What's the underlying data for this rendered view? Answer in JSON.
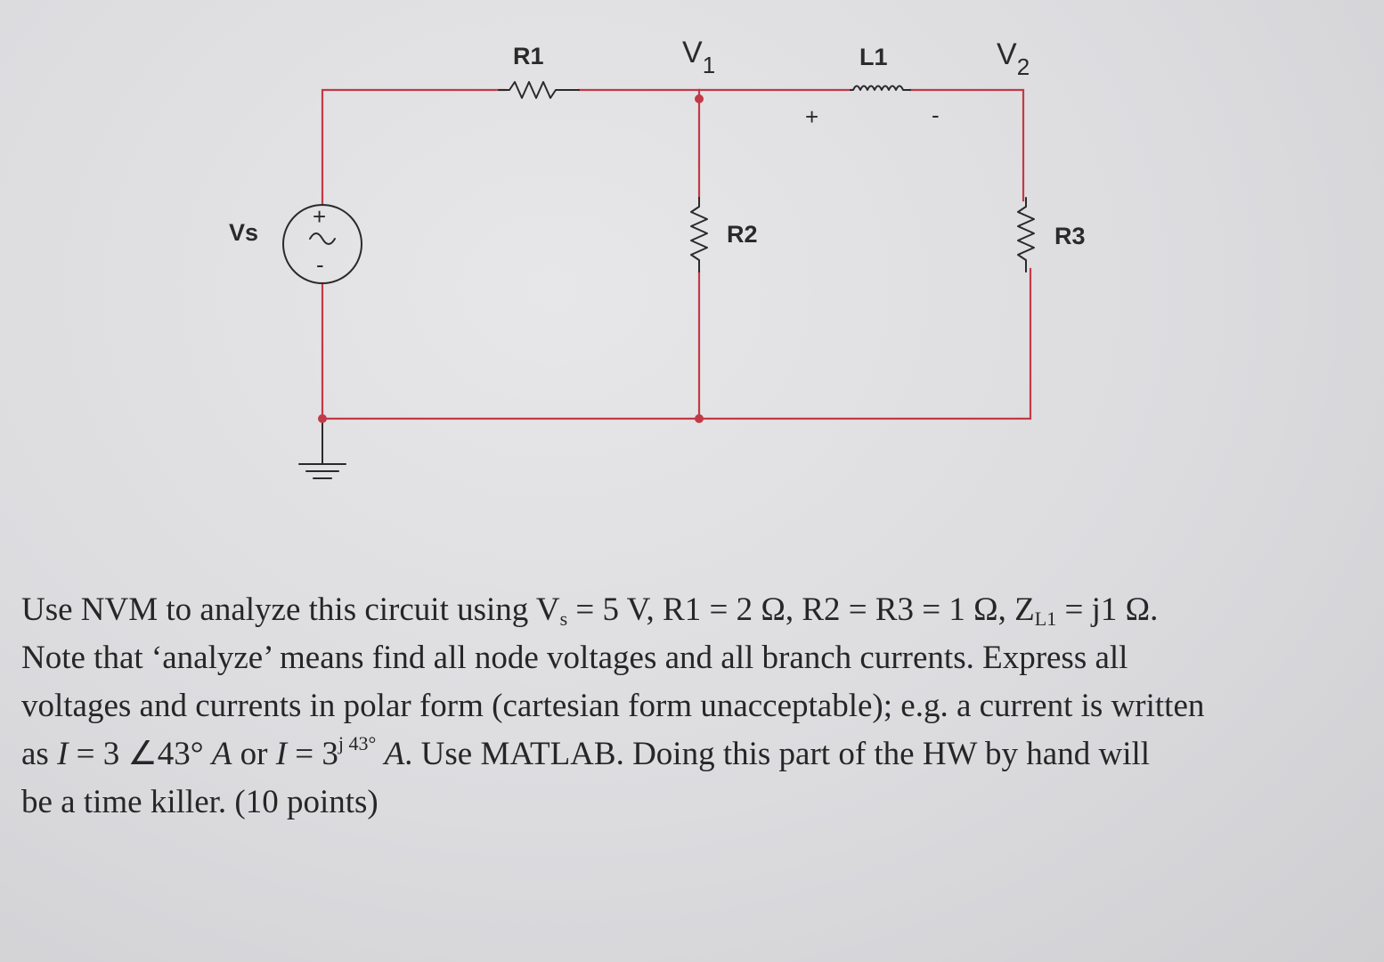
{
  "schematic": {
    "labels": {
      "r1": "R1",
      "r2": "R2",
      "r3": "R3",
      "l1": "L1",
      "vs": "Vs",
      "v1_main": "V",
      "v1_sub": "1",
      "v2_main": "V",
      "v2_sub": "2",
      "l1_plus": "+",
      "l1_minus": "-",
      "src_plus": "+",
      "src_minus": "-"
    },
    "colors": {
      "wire": "#c23a46",
      "component": "#2a2a2a"
    }
  },
  "problem": {
    "l1_a": "Use NVM to analyze this circuit using V",
    "l1_vs_sub": "s",
    "l1_b": " = 5 V, R1 = 2 Ω, R2 = R3 = 1 Ω, Z",
    "l1_zl_sub": "L1",
    "l1_c": " = j1 Ω.",
    "l2": "Note that ‘analyze’ means find all node voltages and all branch currents. Express all",
    "l3": "voltages and currents in polar form (cartesian form unacceptable); e.g. a current is written",
    "l4_a": "as ",
    "l4_i1": "I",
    "l4_b": " = 3 ∠43° ",
    "l4_a_unit1": "A",
    "l4_c": " or ",
    "l4_i2": "I",
    "l4_d": " =  3",
    "l4_exp": "j 43°",
    "l4_e": " ",
    "l4_a_unit2": "A",
    "l4_f": ". Use MATLAB. Doing this part of the HW by hand will",
    "l5": "be a time killer. (10 points)"
  }
}
